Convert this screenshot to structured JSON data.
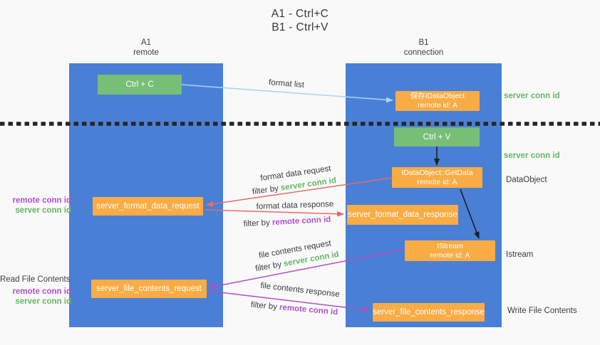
{
  "title": {
    "line1": "A1 - Ctrl+C",
    "line2": "B1 - Ctrl+V"
  },
  "columns": {
    "a1": {
      "name": "A1",
      "subtitle": "remote"
    },
    "b1": {
      "name": "B1",
      "subtitle": "connection"
    }
  },
  "nodes": {
    "ctrl_c": {
      "label": "Ctrl + C"
    },
    "save_idataobject": {
      "line1": "保存IDataObject",
      "line2": "remote id: A"
    },
    "ctrl_v": {
      "label": "Ctrl + V"
    },
    "getdata": {
      "line1": "IDataObject::GetData",
      "line2": "remote id: A"
    },
    "format_request": {
      "label": "server_format_data_request"
    },
    "format_response": {
      "label": "server_format_data_response"
    },
    "istream": {
      "line1": "IStream",
      "line2": "remote id: A"
    },
    "file_request": {
      "label": "server_file_contents_request"
    },
    "file_response": {
      "label": "server_file_contents_response"
    }
  },
  "edge_labels": {
    "format_list": "format list",
    "format_data_request": "format data request",
    "format_data_request_filter_prefix": "filter by ",
    "format_data_request_filter_key": "server conn id",
    "format_data_response": "format data response",
    "format_data_response_filter_prefix": "filter by ",
    "format_data_response_filter_key": "remote conn id",
    "file_contents_request": "file contents request",
    "file_contents_request_filter_prefix": "filter by ",
    "file_contents_request_filter_key": "server conn id",
    "file_contents_response": "file contents response",
    "file_contents_response_filter_prefix": "filter by ",
    "file_contents_response_filter_key": "remote conn id"
  },
  "annotations": {
    "right_server_conn_id_top": "server conn id",
    "right_server_conn_id_mid": "server conn id",
    "right_dataobject": "DataObject",
    "right_istream": "Istream",
    "right_write_file": "Write File Contents",
    "left_read_file": "Read File Contents",
    "left_remote_conn_id_1": "remote conn id",
    "left_server_conn_id_1": "server conn id",
    "left_remote_conn_id_2": "remote conn id",
    "left_server_conn_id_2": "server conn id"
  },
  "colors": {
    "column_blue": "#4A7FD6",
    "box_green": "#77BE76",
    "box_orange": "#F9AC44",
    "arrow_lightblue": "#A9D3F2",
    "arrow_black": "#1E1E1E",
    "arrow_red": "#E96B66",
    "arrow_purple": "#B050C8",
    "text_green": "#63B763",
    "text_purple": "#B050D0"
  }
}
